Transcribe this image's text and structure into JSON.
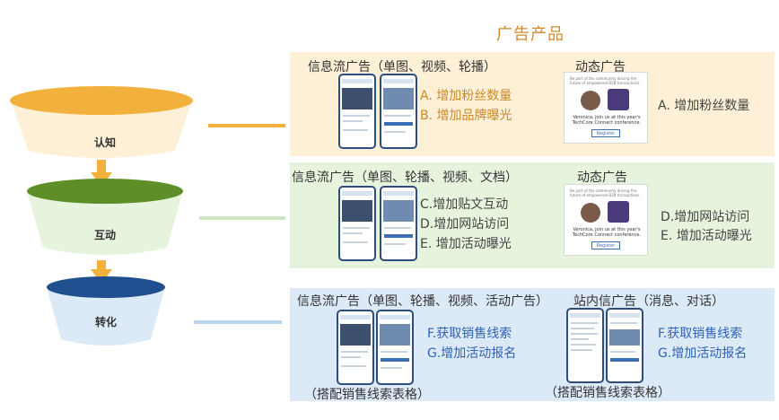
{
  "title": "广告产品",
  "funnel": {
    "stages": [
      {
        "label": "认知",
        "color": "#f2b13c",
        "panel_color": "#fdf0d6",
        "line_color": "#f2b13c"
      },
      {
        "label": "互动",
        "color": "#5e8e28",
        "panel_color": "#e6f3dd",
        "line_color": "#cde7c0"
      },
      {
        "label": "转化",
        "color": "#1f4f8f",
        "panel_color": "#dce9f7",
        "line_color": "#b9d4ef"
      }
    ],
    "arrow_color": "#f2b13c"
  },
  "panel1": {
    "feed_title": "信息流广告（单图、视频、轮播）",
    "feed_items": [
      "A. 增加粉丝数量",
      "B. 增加品牌曝光"
    ],
    "dyn_title": "动态广告",
    "dyn_items": [
      "A. 增加粉丝数量"
    ]
  },
  "panel2": {
    "feed_title": "信息流广告（单图、轮播、视频、文档）",
    "feed_items": [
      "C.增加贴文互动",
      "D.增加网站访问",
      "E. 增加活动曝光"
    ],
    "dyn_title": "动态广告",
    "dyn_items": [
      "D.增加网站访问",
      "E. 增加活动曝光"
    ]
  },
  "panel3": {
    "feed_title": "信息流广告（单图、轮播、视频、活动广告）",
    "feed_items": [
      "F.获取销售线索",
      "G.增加活动报名"
    ],
    "feed_note": "（搭配销售线索表格）",
    "inmail_title": "站内信广告（消息、对话）",
    "inmail_items": [
      "F.获取销售线索",
      "G.增加活动报名"
    ],
    "inmail_note": "（搭配销售线索表格）"
  },
  "adcard": {
    "small_text": "Be part of the community driving the future of empowered B2B transactions.",
    "caption": "Veronica, join us at this year's TechCore Connect conference.",
    "button": "Register"
  }
}
